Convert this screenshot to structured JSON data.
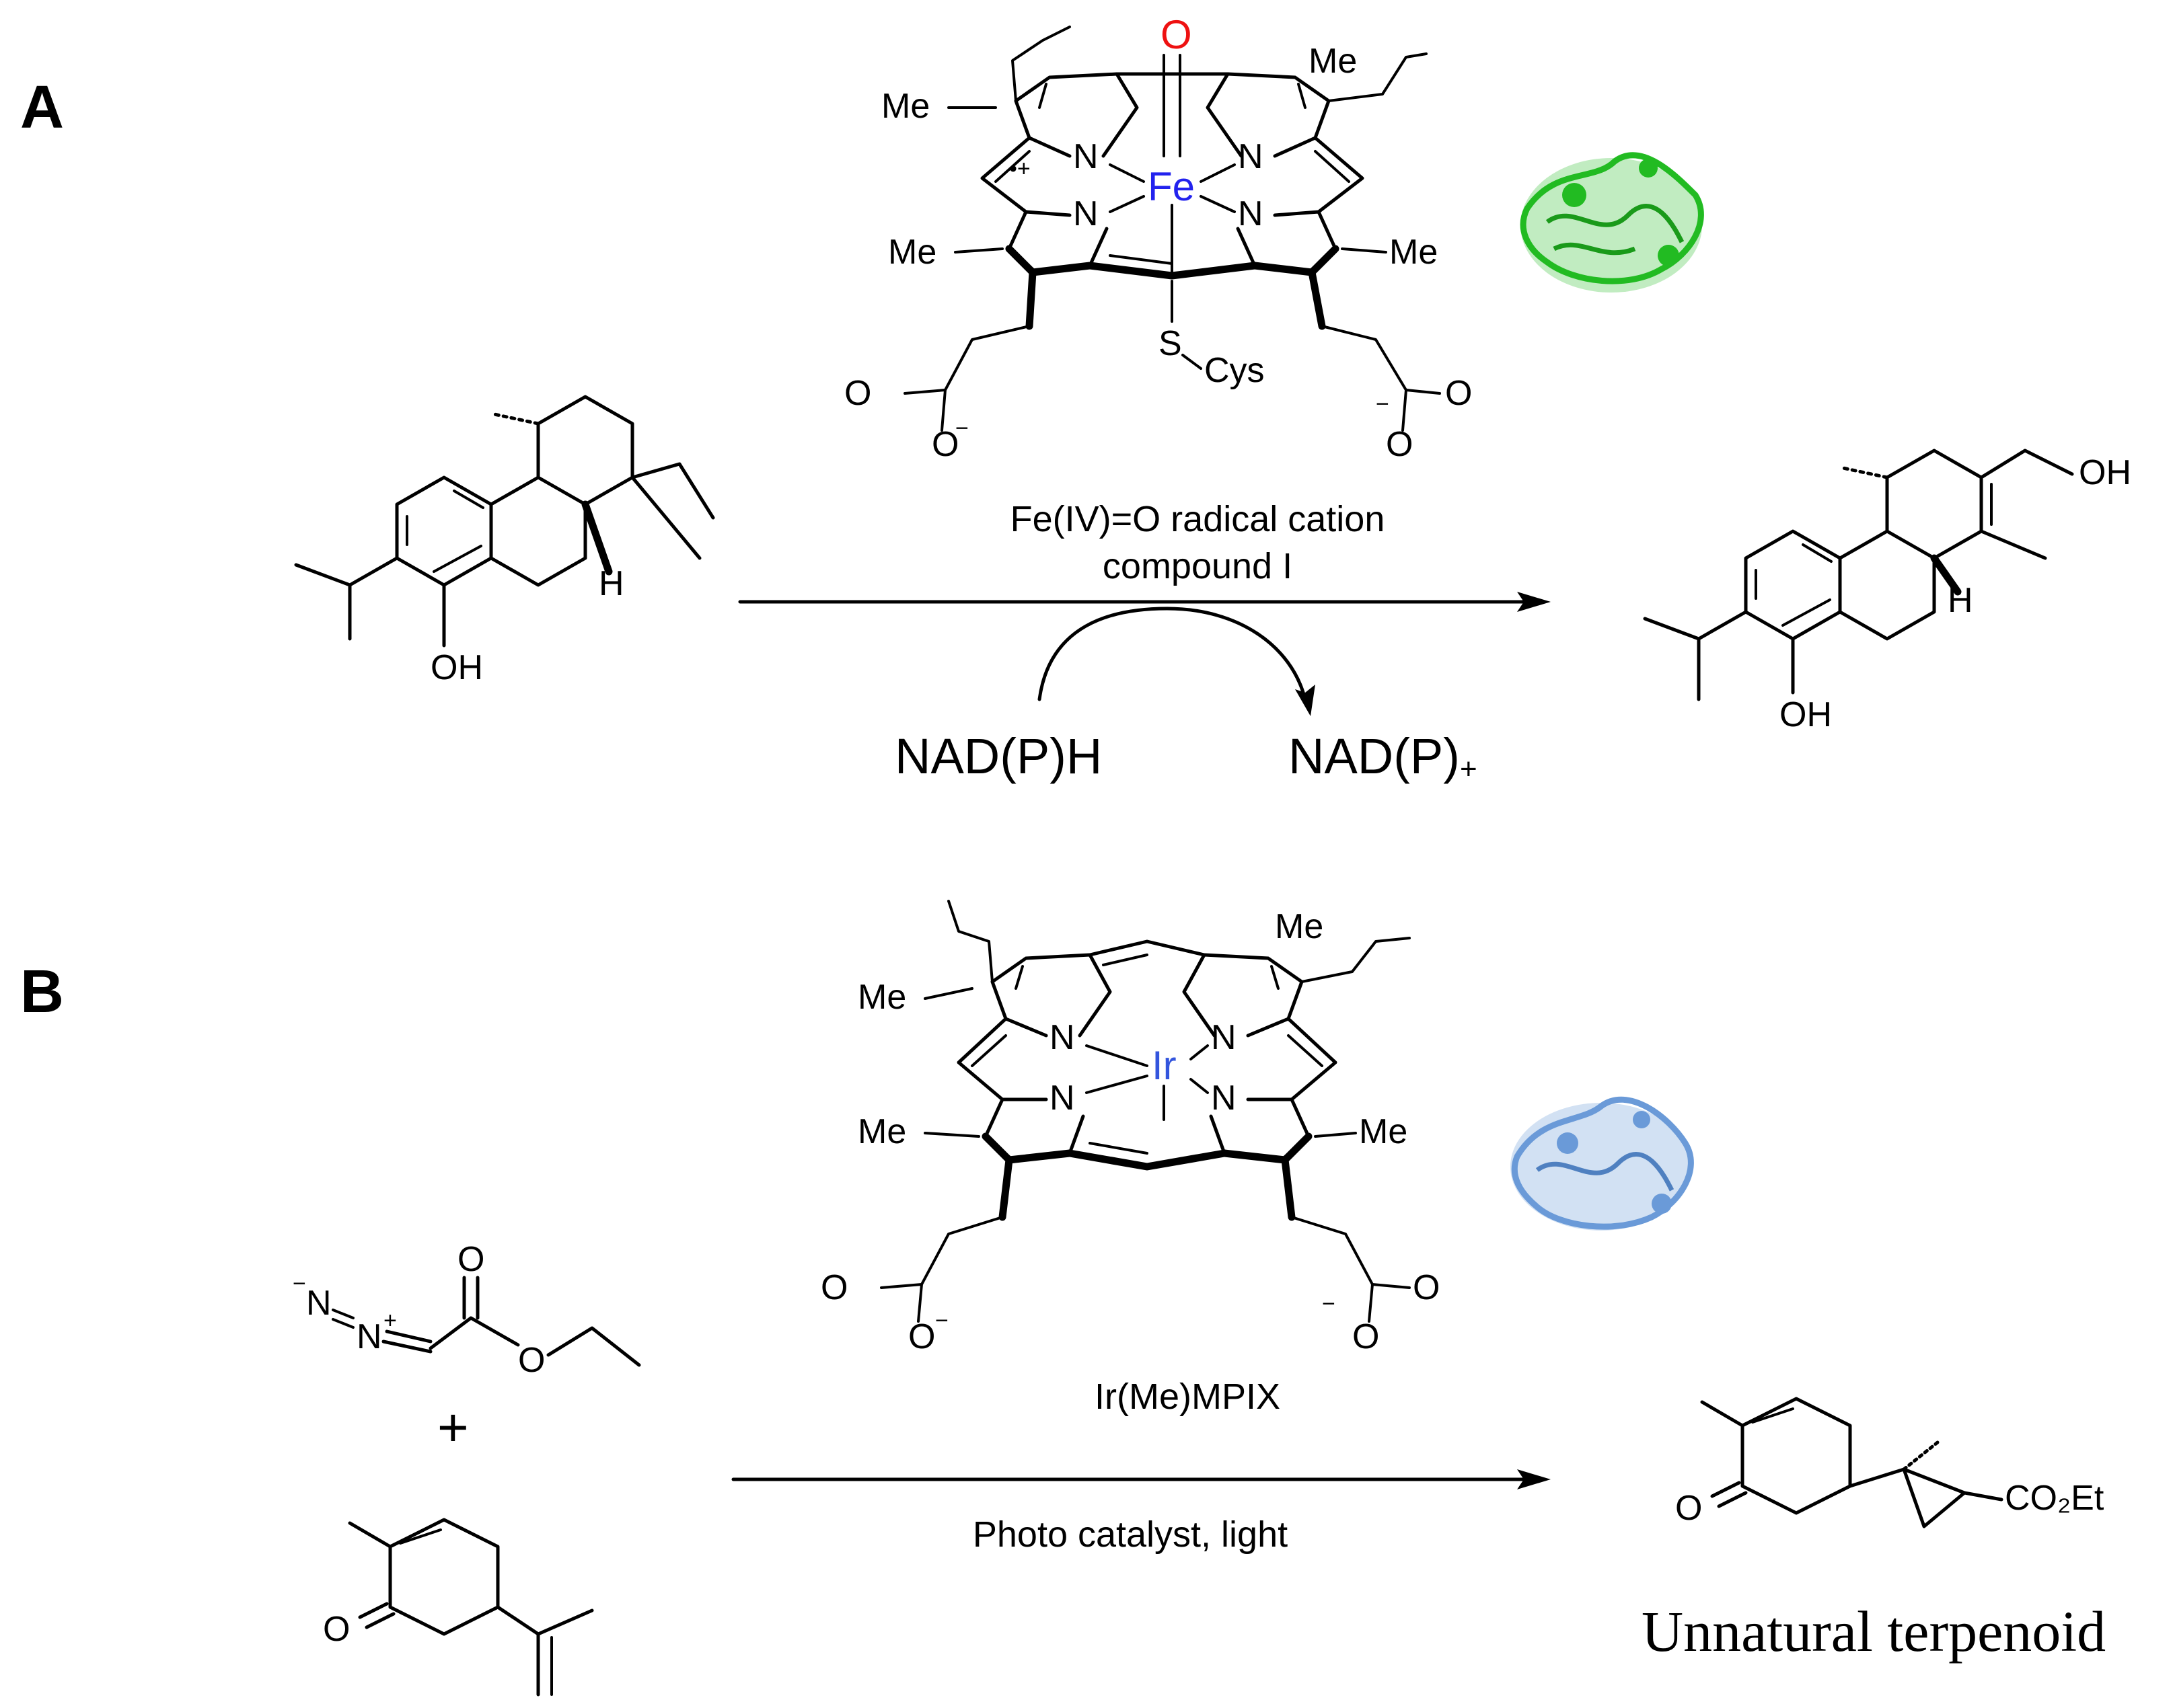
{
  "panels": {
    "a": {
      "letter": "A",
      "catalyst_lines": [
        "Fe(IV)=O radical cation",
        "compound I"
      ],
      "cofactor_in": "NAD(P)H",
      "cofactor_out": "NAD(P)",
      "cofactor_out_charge": "+",
      "catalyst_atoms": {
        "metal": "Fe",
        "oxo": "O",
        "n": "N",
        "me": "Me",
        "thiolate": "S",
        "cys": "Cys",
        "o": "O",
        "minus": "−",
        "radical": "•+"
      },
      "substrate_atoms": {
        "h": "H",
        "oh": "OH"
      },
      "product_atoms": {
        "h": "H",
        "oh": "OH"
      },
      "colors": {
        "metal": "#2222ee",
        "oxo": "#ee1111",
        "enzyme": "#22bb22"
      }
    },
    "b": {
      "letter": "B",
      "catalyst_name": "Ir(Me)MPIX",
      "conditions": "Photo catalyst, light",
      "plus": "+",
      "product_caption": "Unnatural terpenoid",
      "catalyst_atoms": {
        "metal": "Ir",
        "n": "N",
        "me": "Me",
        "o": "O",
        "minus": "−"
      },
      "diazo_atoms": {
        "n1": "N",
        "n2": "N",
        "minus": "−",
        "plus": "+",
        "o": "O"
      },
      "carvone_atoms": {
        "o": "O"
      },
      "product_atoms": {
        "o": "O",
        "co2et": "CO₂Et"
      },
      "colors": {
        "metal": "#3355dd",
        "enzyme": "#6a9ad8"
      }
    }
  }
}
